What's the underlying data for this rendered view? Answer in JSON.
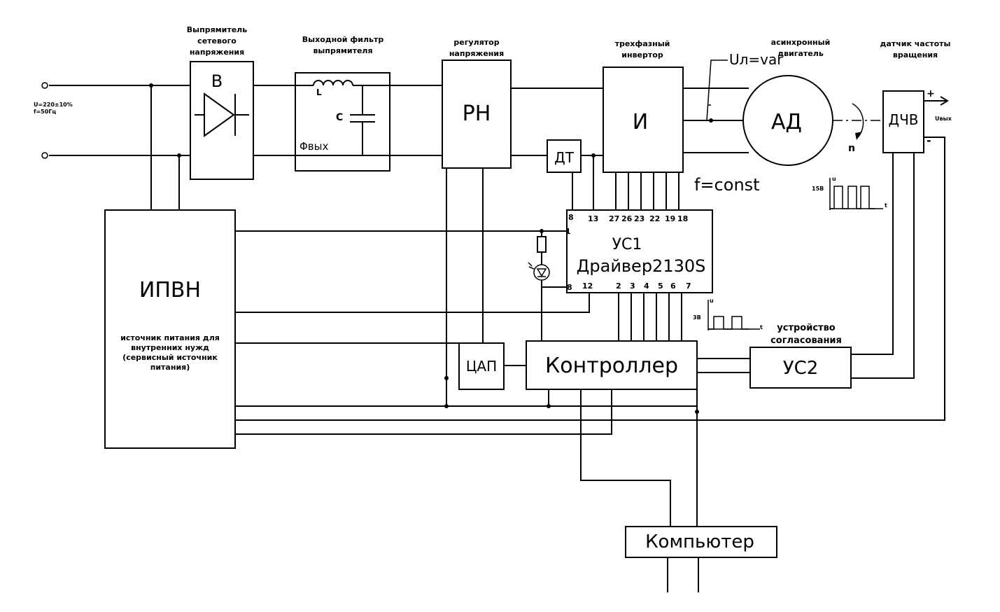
{
  "input": {
    "voltage": "U=220±10%",
    "frequency": "f=50Гц"
  },
  "rectifier": {
    "caption": [
      "Выпрямитель",
      "сетевого",
      "напряжения"
    ],
    "label": "В"
  },
  "filter": {
    "caption": [
      "Выходной фильтр",
      "выпрямителя"
    ],
    "inductor_label": "L",
    "capacitor_label": "C",
    "output_label": "Φвых"
  },
  "regulator": {
    "caption": [
      "регулятор",
      "напряжения"
    ],
    "label": "РН"
  },
  "current_sensor": {
    "label": "ДТ"
  },
  "inverter": {
    "caption": [
      "трехфазный",
      "инвертор"
    ],
    "label": "И",
    "voltage_note": "Uл=var",
    "frequency_note": "f=const"
  },
  "motor": {
    "caption": [
      "асинхронный",
      "двигатель"
    ],
    "label": "АД",
    "speed_label": "n"
  },
  "speed_sensor": {
    "caption": [
      "датчик частоты",
      "вращения"
    ],
    "label": "ДЧВ",
    "plus": "+",
    "minus": "-",
    "output_label": "Uвых",
    "pulse_level": "15В",
    "pulse_y_axis": "u",
    "pulse_t_axis": "t"
  },
  "driver": {
    "name": "УС1",
    "title": "Драйвер2130S",
    "top_pins": [
      "8",
      "13",
      "27",
      "26",
      "23",
      "22",
      "19",
      "18"
    ],
    "left_pin": "1",
    "bottom_pins": [
      "8",
      "12",
      "2",
      "3",
      "4",
      "5",
      "6",
      "7"
    ]
  },
  "control_pulse": {
    "level": "3В",
    "y_axis": "u",
    "t_axis": "t"
  },
  "ipvn": {
    "label": "ИПВН",
    "description": [
      "источник питания для",
      "внутренних нужд",
      "(сервисный источник",
      "питания)"
    ]
  },
  "dac": {
    "label": "ЦАП"
  },
  "controller": {
    "label": "Контроллер"
  },
  "interface": {
    "caption": [
      "устройство",
      "согласования"
    ],
    "label": "УС2"
  },
  "computer": {
    "label": "Компьютер"
  }
}
